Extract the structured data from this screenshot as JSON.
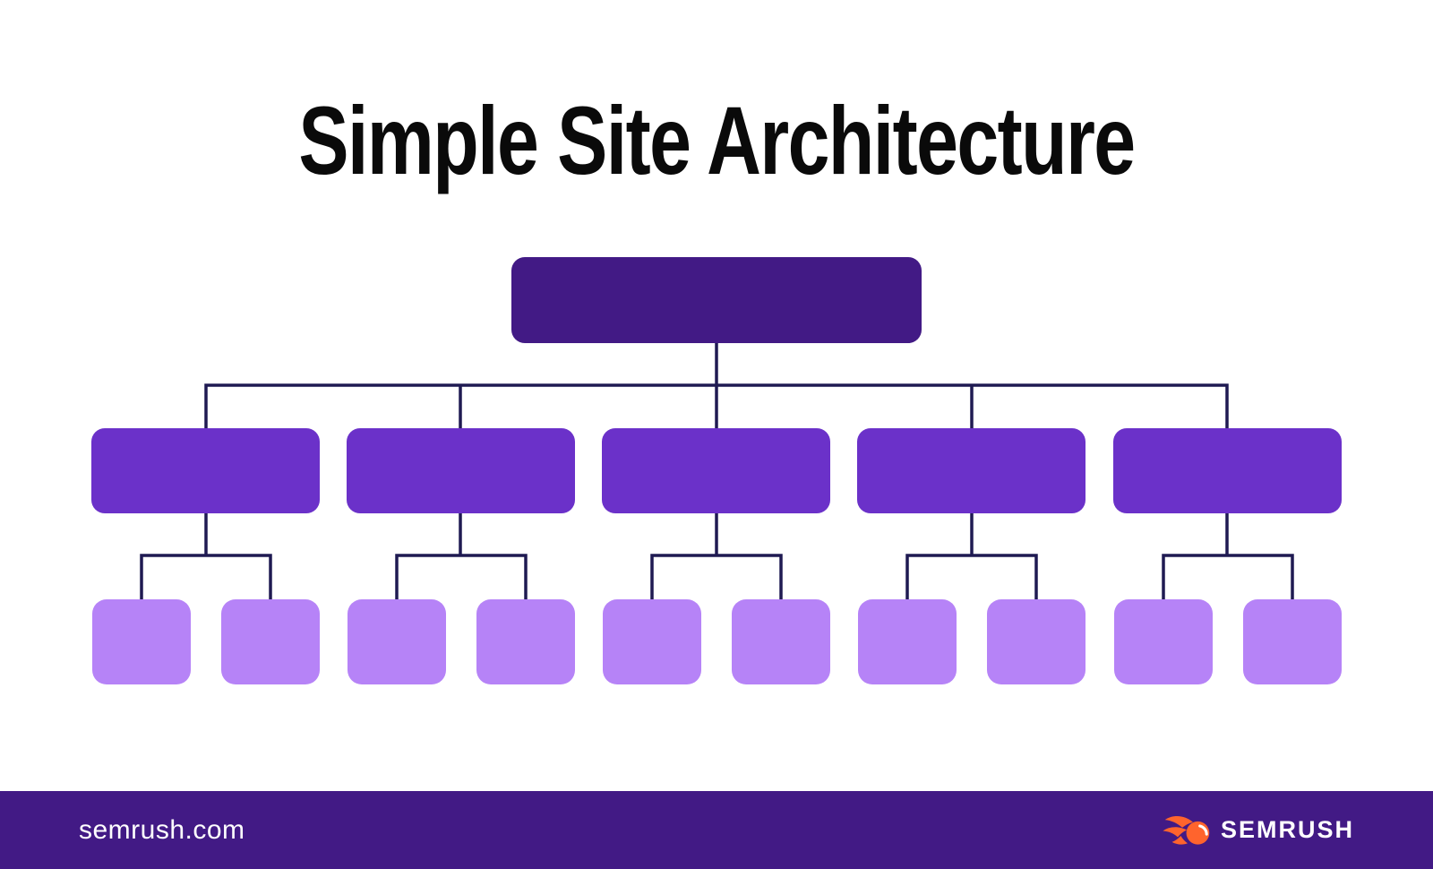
{
  "title": "Simple Site Architecture",
  "colors": {
    "title-color": "#0A0A0A",
    "level1-fill": "#421A85",
    "level2-fill": "#6B31C9",
    "level3-fill": "#B683F7",
    "connector-color": "#1F1A52",
    "footer-bg": "#421A85",
    "footer-text-color": "#FFFFFF",
    "logo-orange": "#FF642D"
  },
  "diagram": {
    "type": "tree",
    "levels": [
      {
        "name": "homepage",
        "node_count": 1,
        "color": "#421A85"
      },
      {
        "name": "category-pages",
        "node_count": 5,
        "color": "#6B31C9"
      },
      {
        "name": "subpages",
        "node_count": 10,
        "color": "#B683F7"
      }
    ],
    "children_per_category": 2,
    "nodes_have_text": false
  },
  "footer": {
    "site_label": "semrush.com",
    "brand_name": "SEMRUSH",
    "logo_icon": "semrush-flame-icon"
  }
}
